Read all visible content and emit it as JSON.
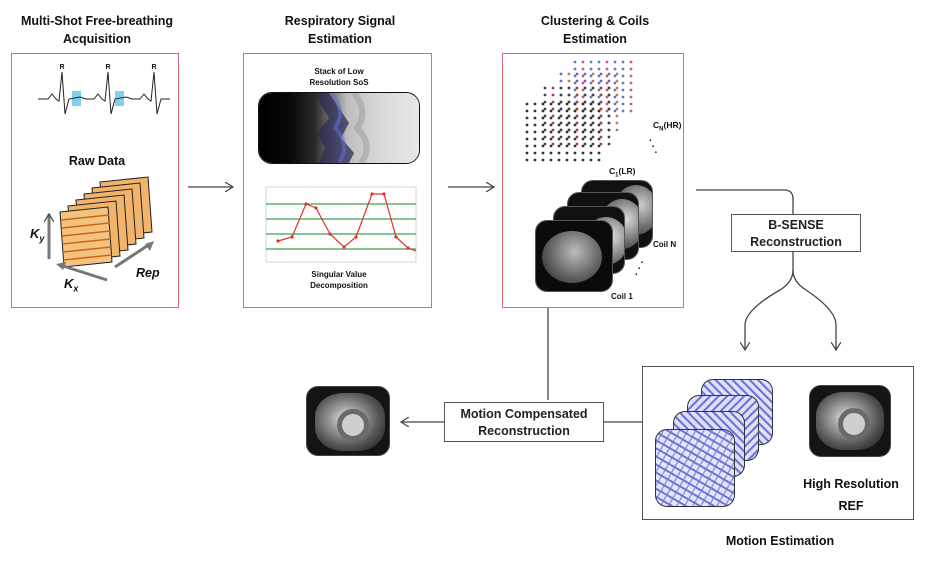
{
  "titles": {
    "acquisition_line1": "Multi-Shot Free-breathing",
    "acquisition_line2": "Acquisition",
    "resp_line1": "Respiratory Signal",
    "resp_line2": "Estimation",
    "cluster_line1": "Clustering & Coils",
    "cluster_line2": "Estimation",
    "motion_estimation": "Motion Estimation"
  },
  "acquisition": {
    "ecg_peak_label": "R",
    "raw_data": "Raw Data",
    "axis_ky": "K",
    "axis_ky_sub": "y",
    "axis_kx": "K",
    "axis_kx_sub": "x",
    "axis_rep": "Rep"
  },
  "respiratory": {
    "stack_line1": "Stack of Low",
    "stack_line2": "Resolution SoS",
    "svd_line1": "Singular Value",
    "svd_line2": "Decomposition"
  },
  "clustering": {
    "cn_label": "C",
    "cn_sub": "N",
    "cn_suffix": "(HR)",
    "c1_label": "C",
    "c1_sub": "1",
    "c1_suffix": "(LR)",
    "coil_n": "Coil N",
    "coil_1": "Coil 1"
  },
  "boxes": {
    "bsense_line1": "B-SENSE",
    "bsense_line2": "Reconstruction",
    "mcr_line1": "Motion Compensated",
    "mcr_line2": "Reconstruction"
  },
  "motion": {
    "hr_line1": "High Resolution",
    "hr_line2": "REF"
  },
  "colors": {
    "panel_border": "#e06b78",
    "box_border": "#555555",
    "kspace_orange": "#e8952e",
    "signal_red": "#e03030",
    "grid_green": "#3aa34a",
    "highlight_blue": "#7fd0ea",
    "warp_blue": "#6f76d8"
  }
}
